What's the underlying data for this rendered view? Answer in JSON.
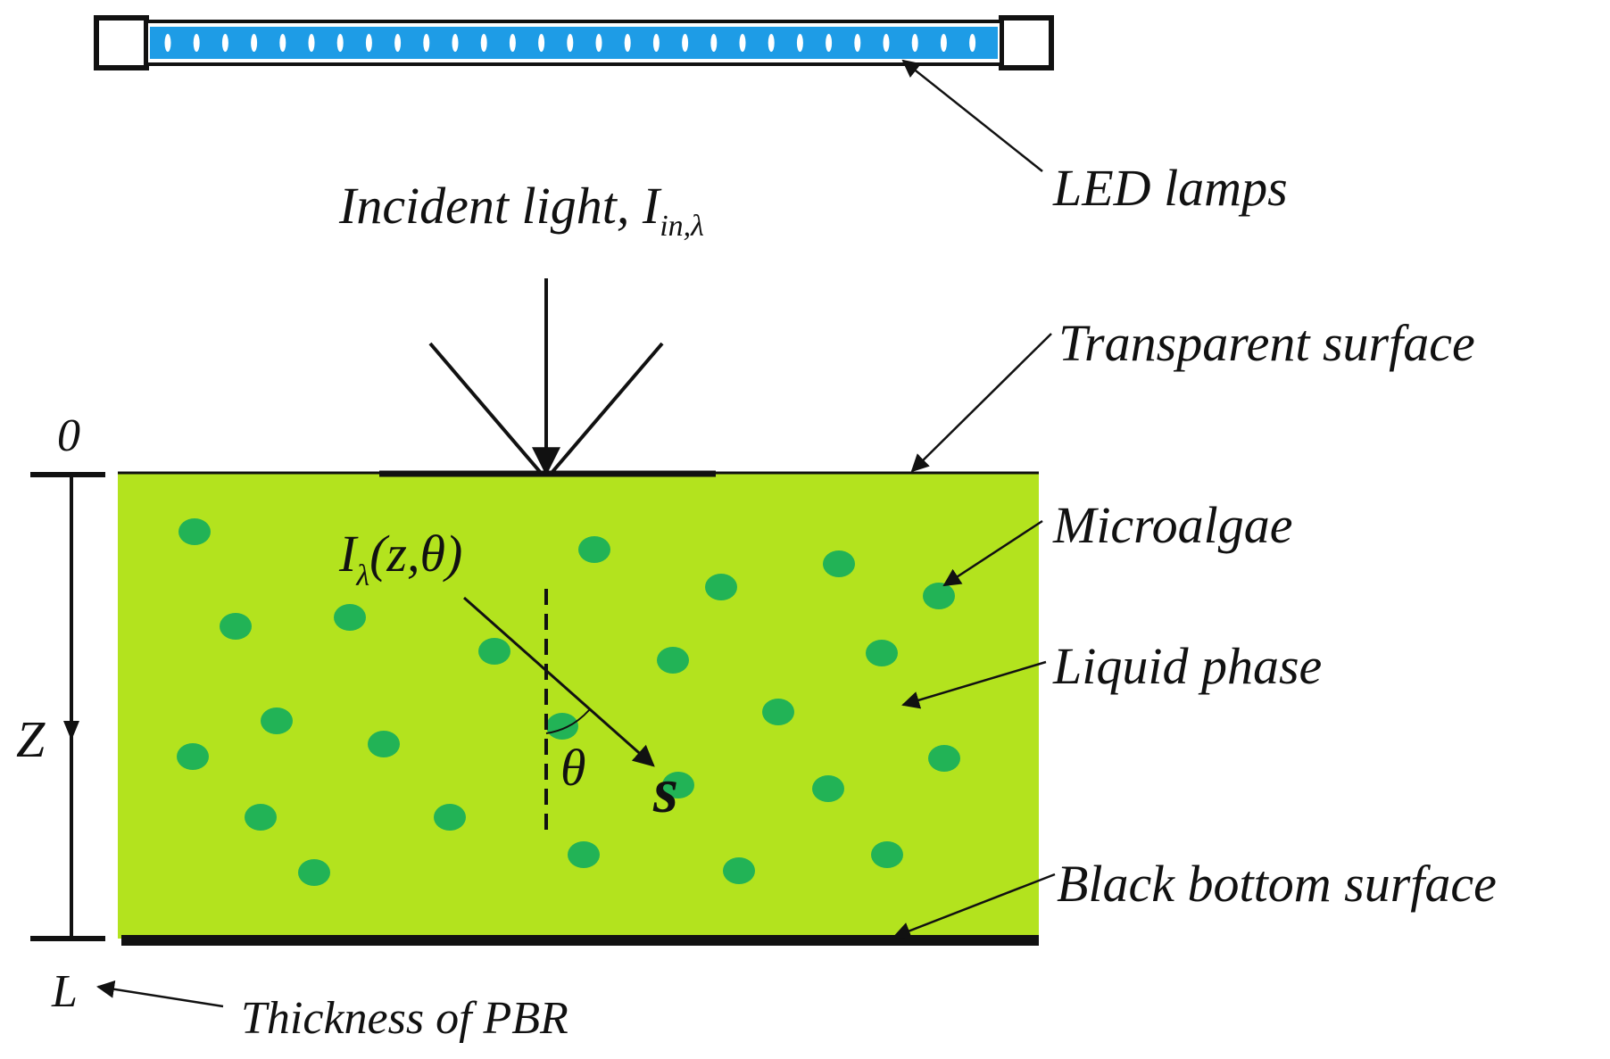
{
  "labels": {
    "led_lamps": "LED lamps",
    "incident_light": "Incident light, ",
    "incident_symbol": "I",
    "incident_subscript": "in,λ",
    "transparent_surface": "Transparent surface",
    "microalgae": "Microalgae",
    "liquid_phase": "Liquid phase",
    "black_bottom_surface": "Black bottom surface",
    "thickness": "Thickness of PBR",
    "intensity_symbol": "I",
    "intensity_subscript": "λ",
    "intensity_args": "(z,θ)",
    "theta": "θ",
    "direction": "s",
    "top_coordinate": "0",
    "bottom_coordinate": "L",
    "axis": "Z"
  },
  "colors": {
    "liquid": "#b3e31e",
    "cells": "#22b356",
    "lamp_tube": "#1e9ce6",
    "lamp_led": "#ffffff",
    "lines": "#111111"
  }
}
